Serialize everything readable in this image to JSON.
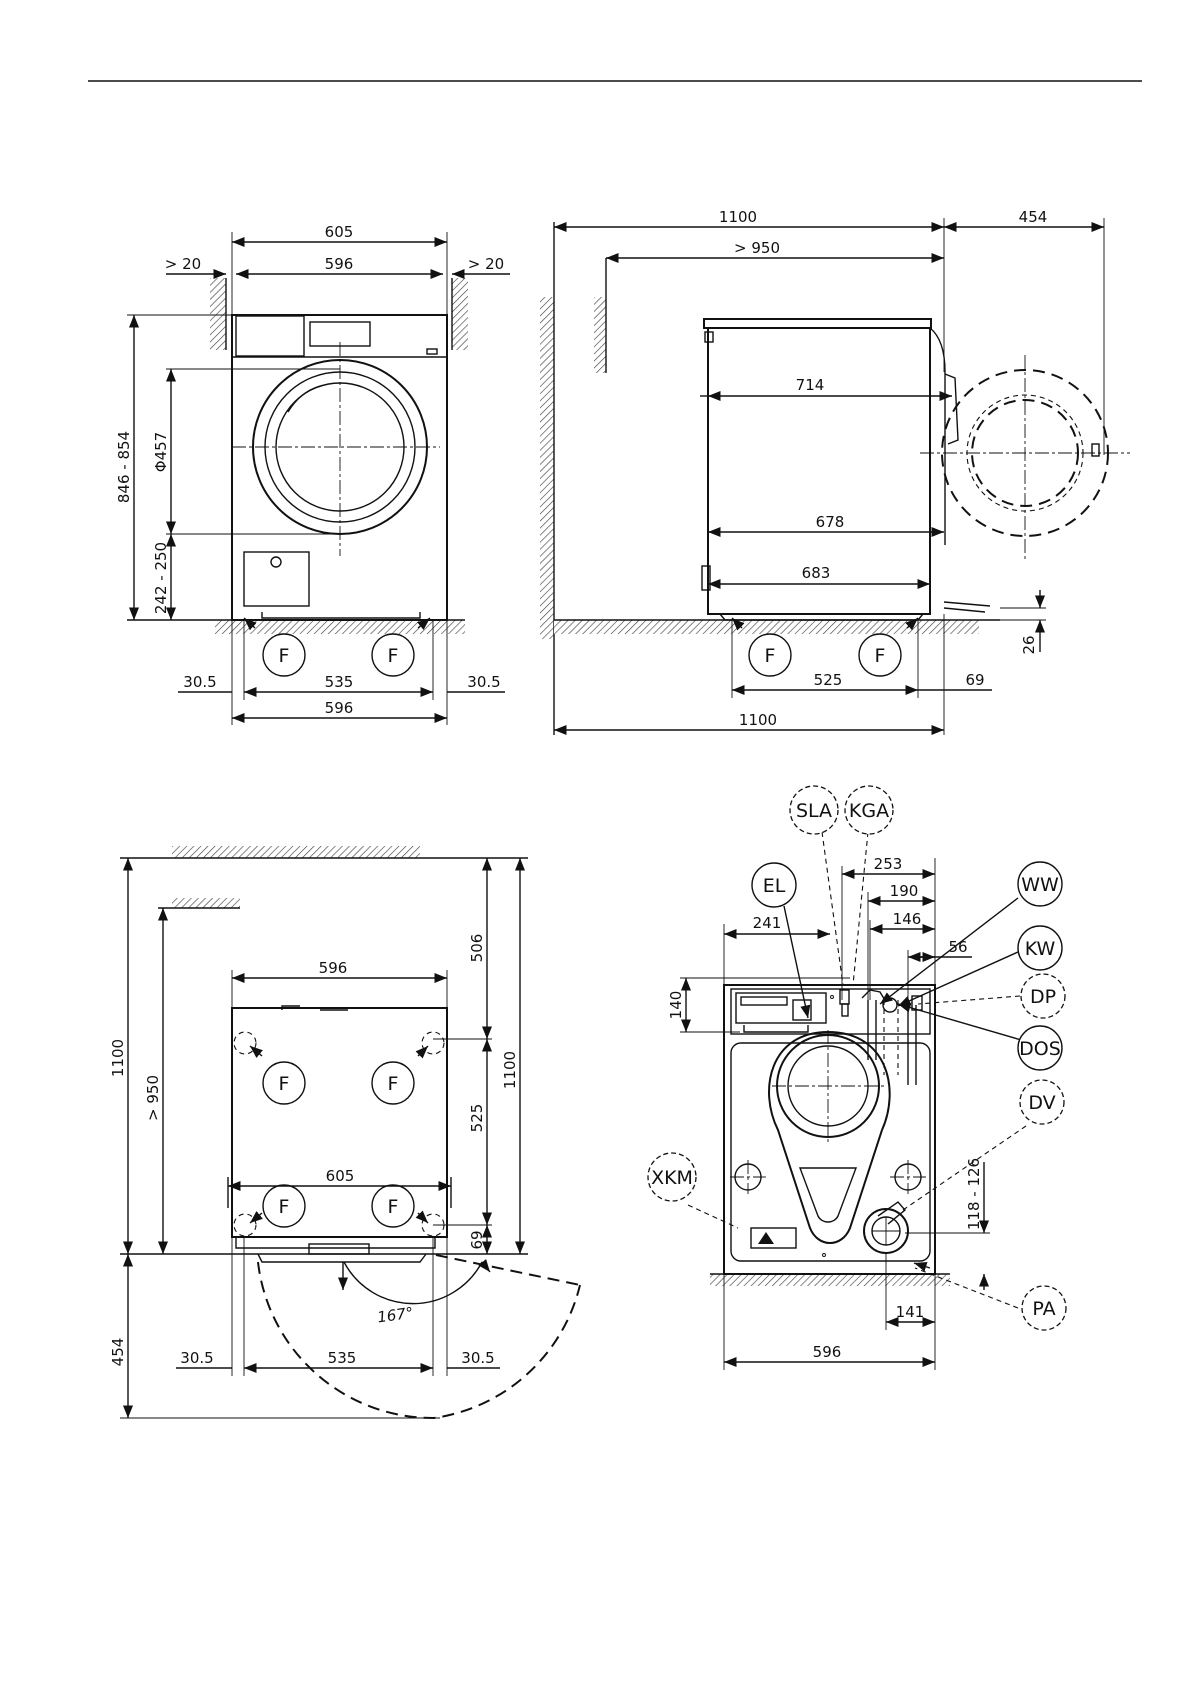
{
  "views": {
    "front": {
      "dims": {
        "w605": "605",
        "w596_top": "596",
        "gap_left": "> 20",
        "gap_right": "> 20",
        "height": "846 - 854",
        "door_diameter": "Φ457",
        "door_height": "242 - 250",
        "foot_left": "30.5",
        "foot_span": "535",
        "foot_right": "30.5",
        "w596_bottom": "596"
      },
      "foot_labels": [
        "F",
        "F"
      ]
    },
    "side": {
      "dims": {
        "total_top": "1100",
        "door_swing": "454",
        "wall_gap": "> 950",
        "depth_714": "714",
        "depth_678": "678",
        "depth_683": "683",
        "foot_span": "525",
        "foot_rear": "69",
        "total_bottom": "1100",
        "plinth": "26"
      },
      "foot_labels": [
        "F",
        "F"
      ]
    },
    "top": {
      "dims": {
        "total_depth": "1100",
        "wall_gap": "> 950",
        "width_596": "596",
        "width_605": "605",
        "rear_506": "506",
        "span_525": "525",
        "depth_1100": "1100",
        "front_69": "69",
        "door_swing": "454",
        "foot_left": "30.5",
        "foot_span": "535",
        "foot_right": "30.5",
        "angle": "167°"
      },
      "foot_labels": [
        "F",
        "F",
        "F",
        "F"
      ]
    },
    "rear": {
      "dims": {
        "d253": "253",
        "d190": "190",
        "d146": "146",
        "d56": "56",
        "d241": "241",
        "d140": "140",
        "d118": "118 - 126",
        "d141": "141",
        "d596": "596"
      },
      "connections": [
        "SLA",
        "KGA",
        "EL",
        "WW",
        "KW",
        "DP",
        "DOS",
        "DV",
        "XKM",
        "PA"
      ]
    }
  }
}
